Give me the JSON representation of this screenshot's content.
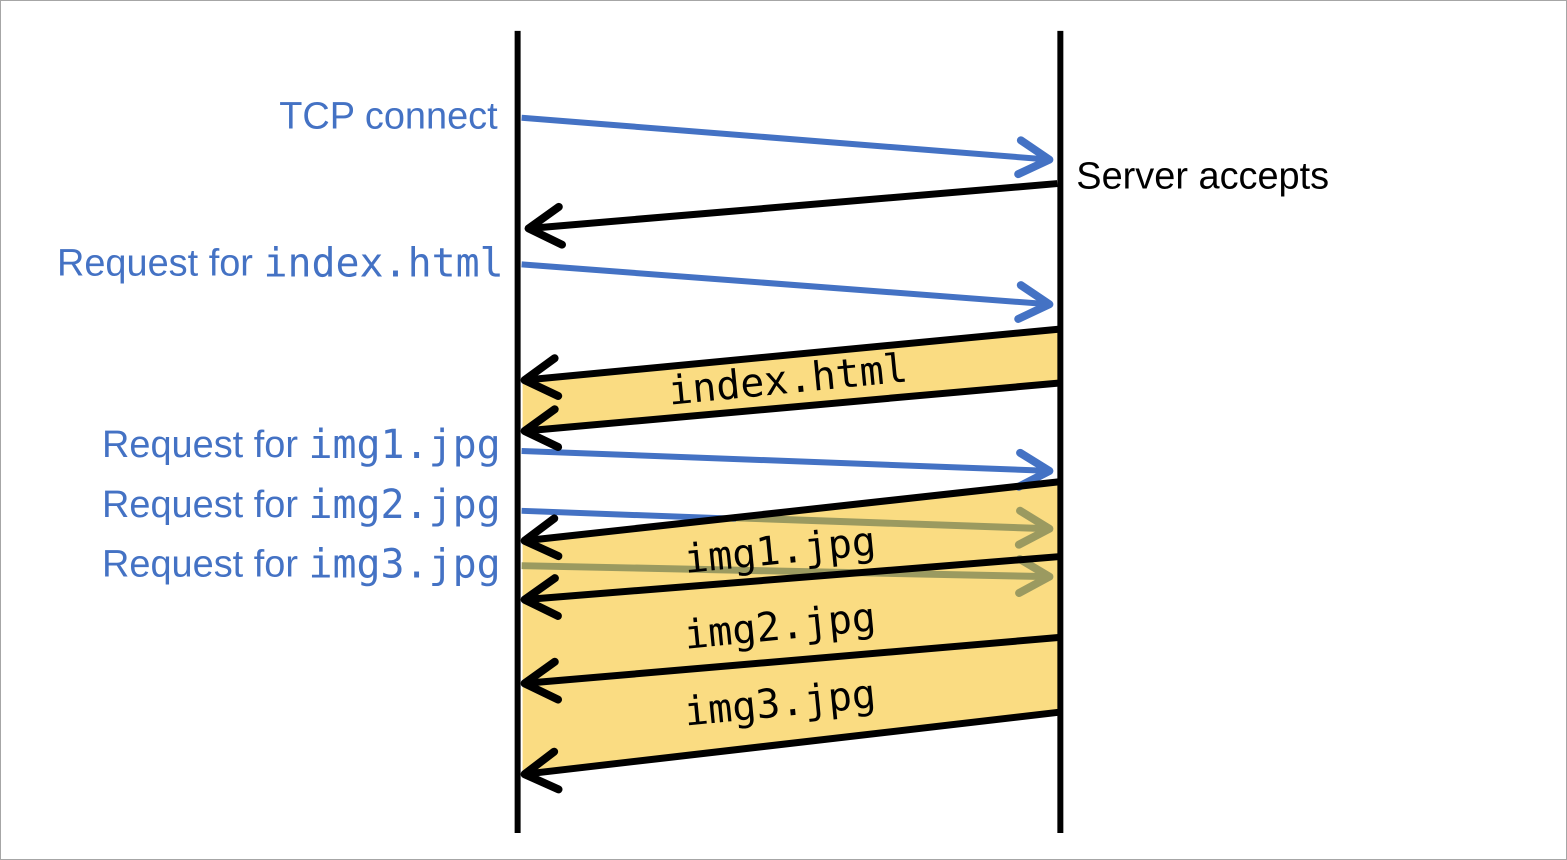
{
  "diagram": {
    "annotations": {
      "server_accepts": "Server accepts"
    },
    "requests": [
      {
        "prefix": "TCP connect",
        "file": ""
      },
      {
        "prefix": "Request for ",
        "file": "index.html"
      },
      {
        "prefix": "Request for ",
        "file": "img1.jpg"
      },
      {
        "prefix": "Request for ",
        "file": "img2.jpg"
      },
      {
        "prefix": "Request for ",
        "file": "img3.jpg"
      }
    ],
    "responses": [
      {
        "label": "index.html"
      },
      {
        "label": "img1.jpg"
      },
      {
        "label": "img2.jpg"
      },
      {
        "label": "img3.jpg"
      }
    ],
    "colors": {
      "request_blue": "#4472C4",
      "band_fill": "#FADC82",
      "band_border": "#000000",
      "occluded_request": "#9B9A60",
      "lifeline": "#000000"
    }
  }
}
